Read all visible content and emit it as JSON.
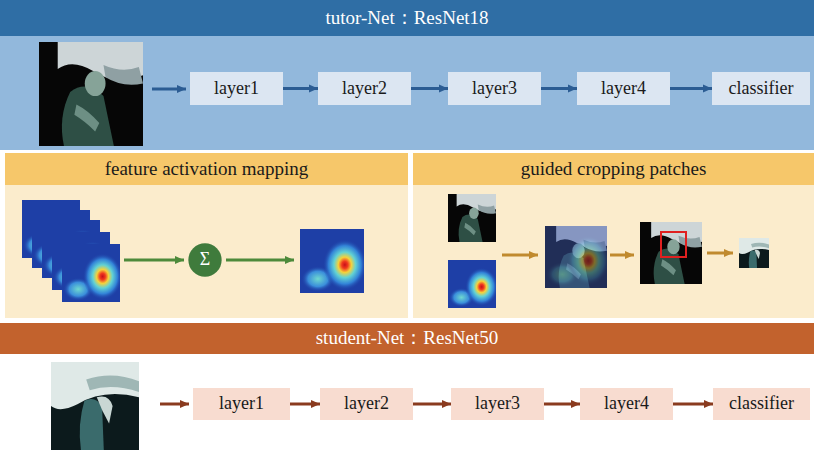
{
  "diagram": {
    "nodes": [
      {
        "text": [
          "tutor-Net：ResNet18"
        ]
      },
      {
        "text": [
          "layer1"
        ],
        "in": 0
      },
      {
        "text": [
          "layer2"
        ],
        "in": 0
      },
      {
        "text": [
          "layer3"
        ],
        "in": 0
      },
      {
        "text": [
          "layer4"
        ],
        "in": 0
      },
      {
        "text": [
          "classifier"
        ],
        "in": 0
      },
      {
        "text": [
          "feature activation mapping"
        ]
      },
      {
        "text": [
          "Σ"
        ],
        "in": 6
      },
      {
        "text": [
          "guided cropping patches"
        ]
      },
      {
        "text": [
          "student-Net：ResNet50"
        ]
      },
      {
        "text": [
          "layer1"
        ],
        "in": 9
      },
      {
        "text": [
          "layer2"
        ],
        "in": 9
      },
      {
        "text": [
          "layer3"
        ],
        "in": 9
      },
      {
        "text": [
          "layer4"
        ],
        "in": 9
      },
      {
        "text": [
          "classifier"
        ],
        "in": 9
      }
    ],
    "edges": [
      {
        "from": 1,
        "to": 2,
        "arrow": "to"
      },
      {
        "from": 2,
        "to": 3,
        "arrow": "to"
      },
      {
        "from": 3,
        "to": 4,
        "arrow": "to"
      },
      {
        "from": 4,
        "to": 5,
        "arrow": "to"
      },
      {
        "from": 10,
        "to": 11,
        "arrow": "to"
      },
      {
        "from": 11,
        "to": 12,
        "arrow": "to"
      },
      {
        "from": 12,
        "to": 13,
        "arrow": "to"
      },
      {
        "from": 13,
        "to": 14,
        "arrow": "to"
      }
    ]
  }
}
